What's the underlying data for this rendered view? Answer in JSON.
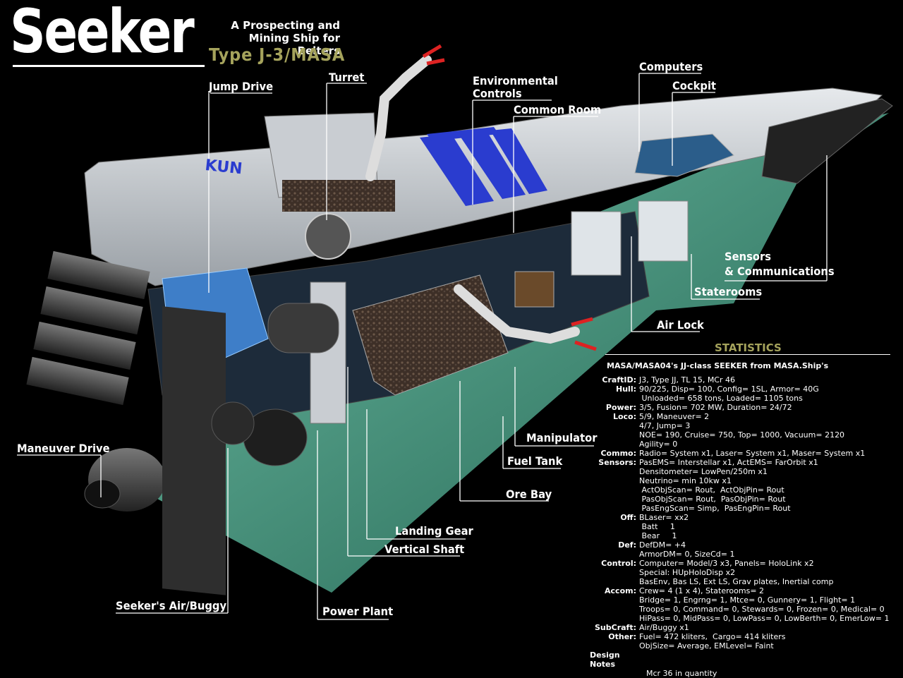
{
  "header": {
    "title": "Seeker",
    "subtitle_line1": "A Prospecting and",
    "subtitle_line2": "Mining Ship for Belters",
    "type": "Type J-3/MASA"
  },
  "hull_text": "KUN",
  "callouts": {
    "jump_drive": "Jump Drive",
    "turret": "Turret",
    "environmental_controls_1": "Environmental",
    "environmental_controls_2": "Controls",
    "common_room": "Common Room",
    "computers": "Computers",
    "cockpit": "Cockpit",
    "sensors_1": "Sensors",
    "sensors_2": "& Communications",
    "staterooms": "Staterooms",
    "air_lock": "Air Lock",
    "manipulator": "Manipulator",
    "fuel_tank": "Fuel Tank",
    "ore_bay": "Ore Bay",
    "landing_gear": "Landing Gear",
    "vertical_shaft": "Vertical Shaft",
    "power_plant": "Power Plant",
    "air_buggy": "Seeker's Air/Buggy",
    "maneuver_drive": "Maneuver Drive"
  },
  "statistics": {
    "title": "STATISTICS",
    "heading": "MASA/MASA04's JJ-class SEEKER from MASA.Ship's",
    "rows": [
      {
        "key": "CraftID:",
        "val": "J3, Type JJ, TL 15, MCr 46"
      },
      {
        "key": "Hull:",
        "val": "90/225, Disp= 100, Config= 1SL, Armor= 40G"
      },
      {
        "key": "",
        "val": " Unloaded= 658 tons, Loaded= 1105 tons"
      },
      {
        "key": "Power:",
        "val": "3/5, Fusion= 702 MW, Duration= 24/72"
      },
      {
        "key": "Loco:",
        "val": "5/9, Maneuver= 2"
      },
      {
        "key": "",
        "val": "4/7, Jump= 3"
      },
      {
        "key": "",
        "val": "NOE= 190, Cruise= 750, Top= 1000, Vacuum= 2120"
      },
      {
        "key": "",
        "val": "Agility= 0"
      },
      {
        "key": "Commo:",
        "val": "Radio= System x1, Laser= System x1, Maser= System x1"
      },
      {
        "key": "Sensors:",
        "val": "PasEMS= Interstellar x1, ActEMS= FarOrbit x1"
      },
      {
        "key": "",
        "val": "Densitometer= LowPen/250m x1"
      },
      {
        "key": "",
        "val": "Neutrino= min 10kw x1"
      },
      {
        "key": "",
        "val": " ActObjScan= Rout,  ActObjPin= Rout"
      },
      {
        "key": "",
        "val": " PasObjScan= Rout,  PasObjPin= Rout"
      },
      {
        "key": "",
        "val": " PasEngScan= Simp,  PasEngPin= Rout"
      },
      {
        "key": "Off:",
        "val": "BLaser= xx2"
      },
      {
        "key": "",
        "val": " Batt     1"
      },
      {
        "key": "",
        "val": " Bear     1"
      },
      {
        "key": "Def:",
        "val": "DefDM= +4"
      },
      {
        "key": "",
        "val": "ArmorDM= 0, SizeCd= 1"
      },
      {
        "key": "Control:",
        "val": "Computer= Model/3 x3, Panels= HoloLink x2"
      },
      {
        "key": "",
        "val": "Special: HUpHoloDisp x2"
      },
      {
        "key": "",
        "val": "BasEnv, Bas LS, Ext LS, Grav plates, Inertial comp"
      },
      {
        "key": "Accom:",
        "val": "Crew= 4 (1 x 4), Staterooms= 2"
      },
      {
        "key": "",
        "val": "Bridge= 1, Engrng= 1, Mtce= 0, Gunnery= 1, Flight= 1"
      },
      {
        "key": "",
        "val": "Troops= 0, Command= 0, Stewards= 0, Frozen= 0, Medical= 0"
      },
      {
        "key": "",
        "val": "HiPass= 0, MidPass= 0, LowPass= 0, LowBerth= 0, EmerLow= 1"
      },
      {
        "key": "SubCraft:",
        "val": "Air/Buggy x1"
      },
      {
        "key": "Other:",
        "val": "Fuel= 472 kliters,  Cargo= 414 kliters"
      },
      {
        "key": "",
        "val": "ObjSize= Average, EMLevel= Faint"
      }
    ],
    "notes_label": "Design Notes",
    "notes_text": "Mcr 36 in quantity"
  },
  "colors": {
    "background": "#000000",
    "hull": "#cfd3d8",
    "stripe": "#2a3ccf",
    "green_panel": "#3e9e82",
    "ore": "#4a3a30",
    "engine_dark": "#3a3a3a",
    "accent_olive": "#a5a35c"
  }
}
